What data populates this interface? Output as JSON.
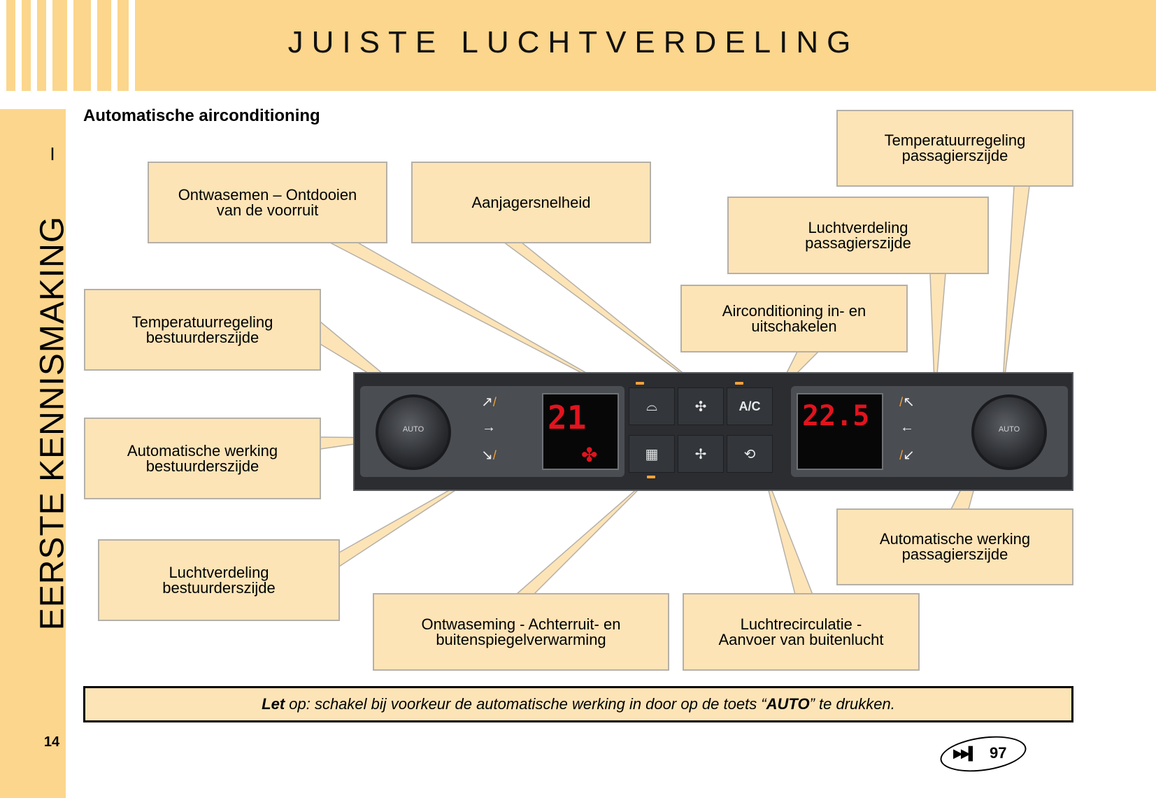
{
  "header": {
    "title": "JUISTE LUCHTVERDELING"
  },
  "sidebar": {
    "chapter_number": "I",
    "chapter_title": "EERSTE KENNISMAKING",
    "page_number": "14"
  },
  "section_title": "Automatische airconditioning",
  "callouts": {
    "defrost_front": "Ontwasemen – Ontdooien\nvan de voorruit",
    "blower_speed": "Aanjagersnelheid",
    "temp_passenger": "Temperatuurregeling\npassagierszijde",
    "airflow_passenger": "Luchtverdeling\npassagierszijde",
    "ac_on_off": "Airconditioning in- en\nuitschakelen",
    "temp_driver": "Temperatuurregeling\nbestuurderszijde",
    "auto_driver": "Automatische werking\nbestuurderszijde",
    "auto_passenger": "Automatische werking\npassagierszijde",
    "airflow_driver": "Luchtverdeling\nbestuurderszijde",
    "defrost_rear": "Ontwaseming - Achterruit- en\nbuitenspiegelverwarming",
    "recirculation": "Luchtrecirculatie -\nAanvoer van buitenlucht"
  },
  "panel": {
    "knob_label_left": "AUTO",
    "knob_label_right": "AUTO",
    "display_left": "21",
    "display_right": "22.5",
    "ac_button": "A/C"
  },
  "note": {
    "bold_prefix": "Let",
    "text_before": " op: schakel bij voorkeur de automatische werking in door op de toets “",
    "bold_key": "AUTO",
    "text_after": "” te drukken."
  },
  "footer": {
    "next_page": "97"
  },
  "colors": {
    "band": "#fbd68c",
    "callout_fill": "#fde4b7",
    "callout_border": "#b5b0a8",
    "display_red": "#e0141e",
    "led_amber": "#f2a23a"
  }
}
